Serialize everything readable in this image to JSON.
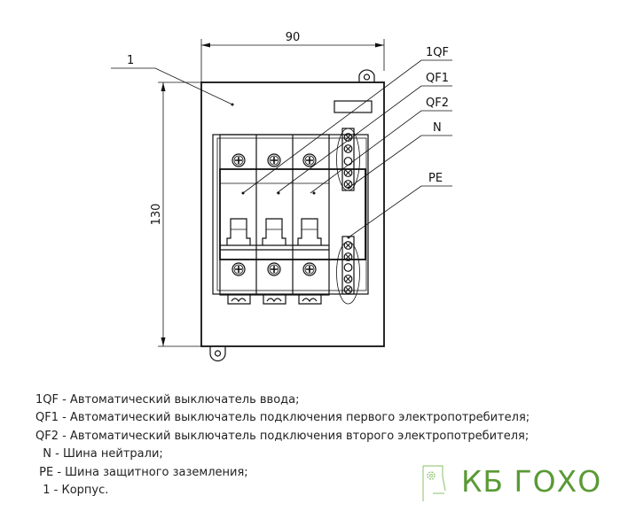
{
  "drawing": {
    "dim_width": "90",
    "dim_height": "130",
    "labels": {
      "housing": "1",
      "qf_main": "1QF",
      "qf1": "QF1",
      "qf2": "QF2",
      "neutral": "N",
      "pe": "PE"
    }
  },
  "legend": [
    "1QF - Автоматический выключатель ввода;",
    "QF1 - Автоматический выключатель подключения первого электропотребителя;",
    "QF2 - Автоматический выключатель подключения второго электропотребителя;",
    "  N - Шина нейтрали;",
    " PE - Шина защитного заземления;",
    "  1 - Корпус."
  ],
  "logo": {
    "text": "КБ ГОХО",
    "color": "#5a9a35"
  }
}
